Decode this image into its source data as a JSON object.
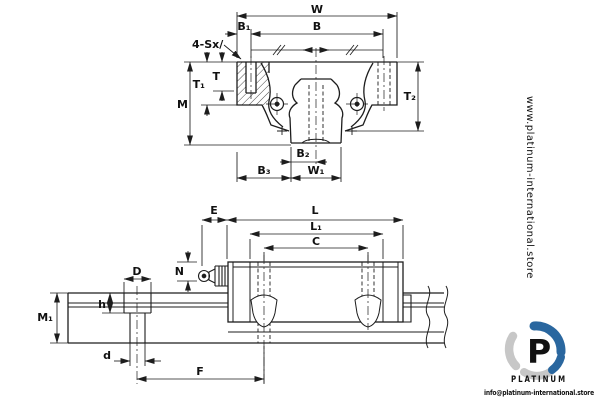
{
  "drawing": {
    "front_view": {
      "labels": {
        "W": "W",
        "B1": "B₁",
        "B": "B",
        "hole_callout": "4-Sx/",
        "T": "T",
        "T1": "T₁",
        "M": "M",
        "T2": "T₂",
        "B2": "B₂",
        "B3": "B₃",
        "W1": "W₁"
      }
    },
    "side_view": {
      "labels": {
        "E": "E",
        "L": "L",
        "L1": "L₁",
        "C": "C",
        "N": "N",
        "D": "D",
        "h": "h",
        "M1": "M₁",
        "d": "d",
        "F": "F"
      }
    }
  },
  "watermark": {
    "text": "www.platinum-international.store"
  },
  "logo": {
    "brand": "PLATINUM",
    "email": "info@platinum-international.store"
  },
  "colors": {
    "line": "#1d1d1d",
    "watermark": "#ababab",
    "brand_blue": "#2a679f",
    "swirl_gray": "#c7c7c7"
  }
}
